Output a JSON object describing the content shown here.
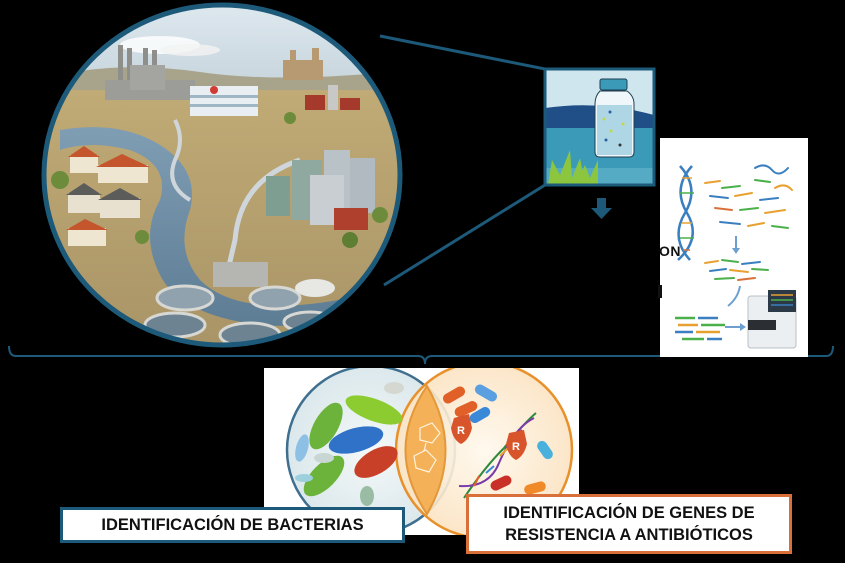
{
  "diagram": {
    "type": "workflow-illustration",
    "colors": {
      "background": "#000000",
      "teal_frame": "#1d5a7a",
      "orange_accent": "#d9703a",
      "water_light": "#cfe6ee",
      "water_mid": "#3a9ab8",
      "water_dark": "#1f4f86",
      "grass": "#8cc63f"
    },
    "nodes": {
      "wastewater_scene": {
        "description": "Aerial view of city with industry, hospital, housing, river and wastewater treatment plant",
        "shape": "circle"
      },
      "water_sample": {
        "description": "Water sample vial in river water"
      },
      "sequencing": {
        "description": "DNA extraction, fragmentation and sequencing machine"
      },
      "analysis": {
        "description": "Venn diagram: bacteria and antibiotic resistance genes"
      }
    },
    "partial_text": {
      "line1": "ON",
      "line2": "I"
    },
    "labels": {
      "bacteria": "IDENTIFICACIÓN DE BACTERIAS",
      "genes_line1": "IDENTIFICACIÓN DE GENES DE",
      "genes_line2": "RESISTENCIA A ANTIBIÓTICOS"
    },
    "icons": {
      "arrow": "arrow-down-icon",
      "resistance_badge_letter": "R"
    }
  }
}
